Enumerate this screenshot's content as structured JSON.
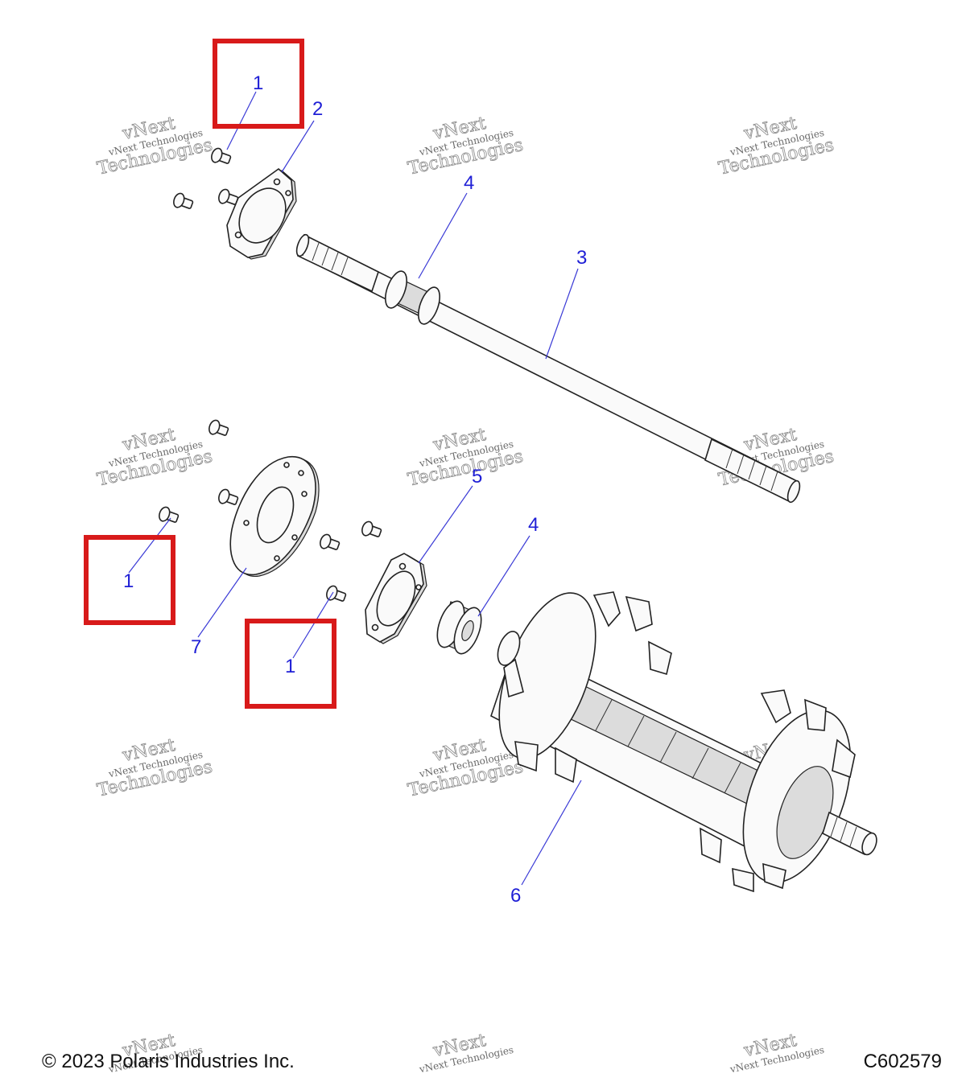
{
  "callouts": {
    "c1_top": "1",
    "c2": "2",
    "c4_top": "4",
    "c3": "3",
    "c5": "5",
    "c4_mid": "4",
    "c1_left": "1",
    "c7": "7",
    "c1_mid": "1",
    "c6": "6"
  },
  "watermark": {
    "line1": "vNext Technologies",
    "line2": "Technologies",
    "line3": "vNext"
  },
  "footer": {
    "copyright": "© 2023 Polaris Industries Inc.",
    "figure_id": "C602579"
  },
  "colors": {
    "callout_text": "#1f1fd6",
    "highlight_box": "#d81a1a"
  }
}
